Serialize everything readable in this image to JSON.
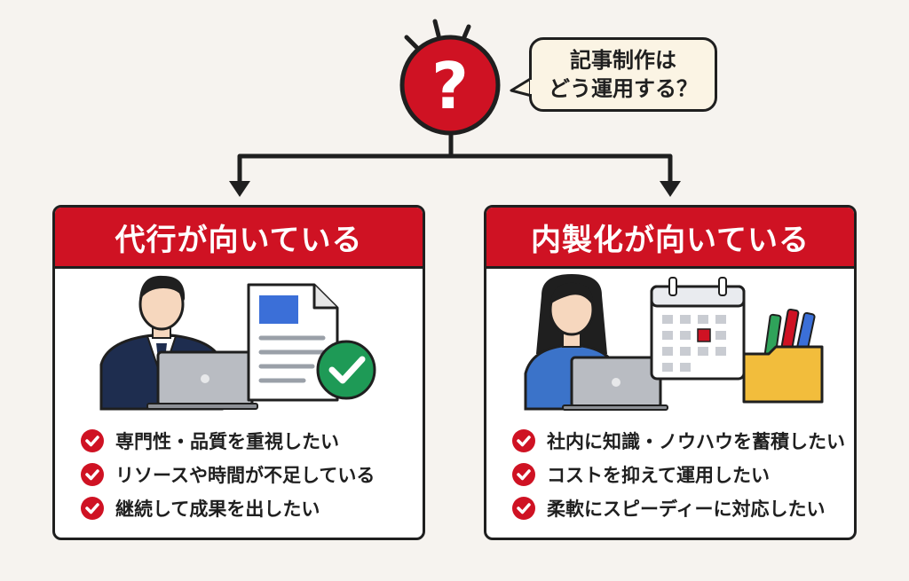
{
  "question": {
    "symbol": "?",
    "bubble_lines": [
      "記事制作は",
      "どう運用する？"
    ]
  },
  "panels": {
    "left": {
      "title": "代行が向いている",
      "items": [
        "専門性・品質を重視したい",
        "リソースや時間が不足している",
        "継続して成果を出したい"
      ]
    },
    "right": {
      "title": "内製化が向いている",
      "items": [
        "社内に知識・ノウハウを蓄積したい",
        "コストを抑えて運用したい",
        "柔軟にスピーディーに対応したい"
      ]
    }
  },
  "colors": {
    "accent_red": "#cf1223",
    "outline": "#1f1f1f",
    "check_green": "#1e9a56",
    "doc_blue": "#3b6fd8",
    "background": "#f6f3ef"
  },
  "icons": [
    "question-icon",
    "speech-bubble",
    "businessman-icon",
    "laptop-icon",
    "document-icon",
    "check-badge-icon",
    "woman-icon",
    "calendar-icon",
    "folder-icon",
    "check-icon"
  ]
}
